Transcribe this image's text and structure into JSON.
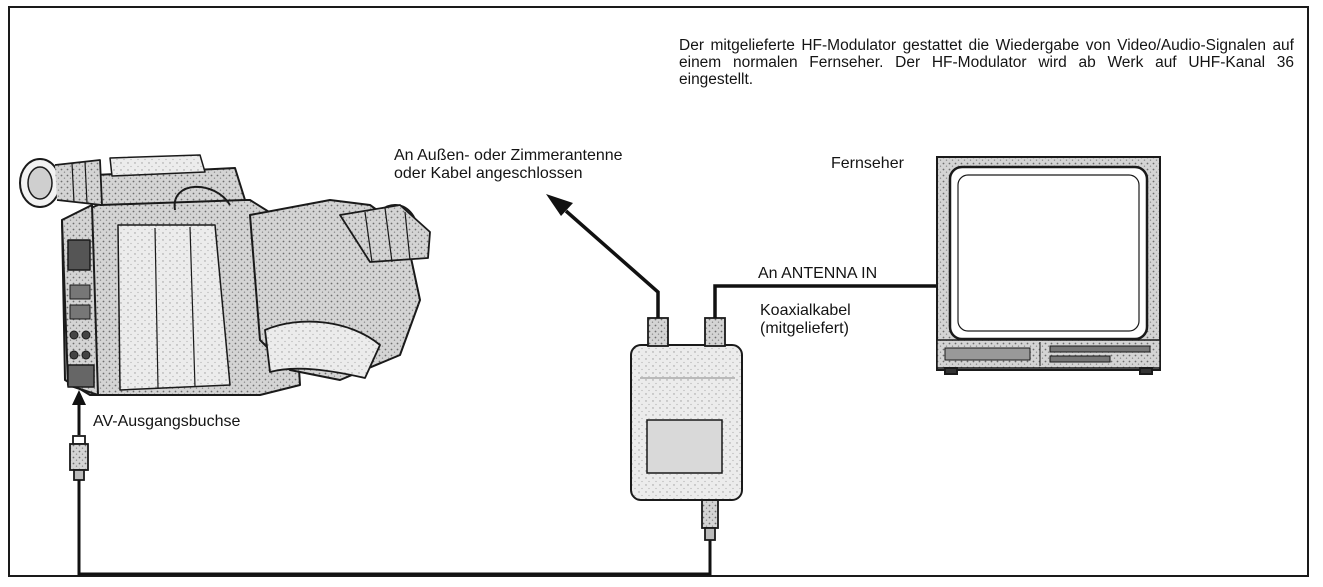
{
  "intro_text": "Der mitgelieferte HF-Modulator gestattet die Wiedergabe von Video/Audio-Signalen auf einem normalen Fernseher. Der HF-Modulator wird ab Werk auf UHF-Kanal 36 eingestellt.",
  "labels": {
    "antenna_note": "An Außen- oder Zimmerantenne\noder Kabel angeschlossen",
    "tv": "Fernseher",
    "antenna_in": "An ANTENNA IN",
    "coax_cable": "Koaxialkabel\n(mitgeliefert)",
    "av_output": "AV-Ausgangsbuchse"
  },
  "colors": {
    "ink": "#1a1a1a",
    "body_gray": "#9a9a9a",
    "light_gray": "#e6e6e6",
    "screen": "#ffffff"
  }
}
